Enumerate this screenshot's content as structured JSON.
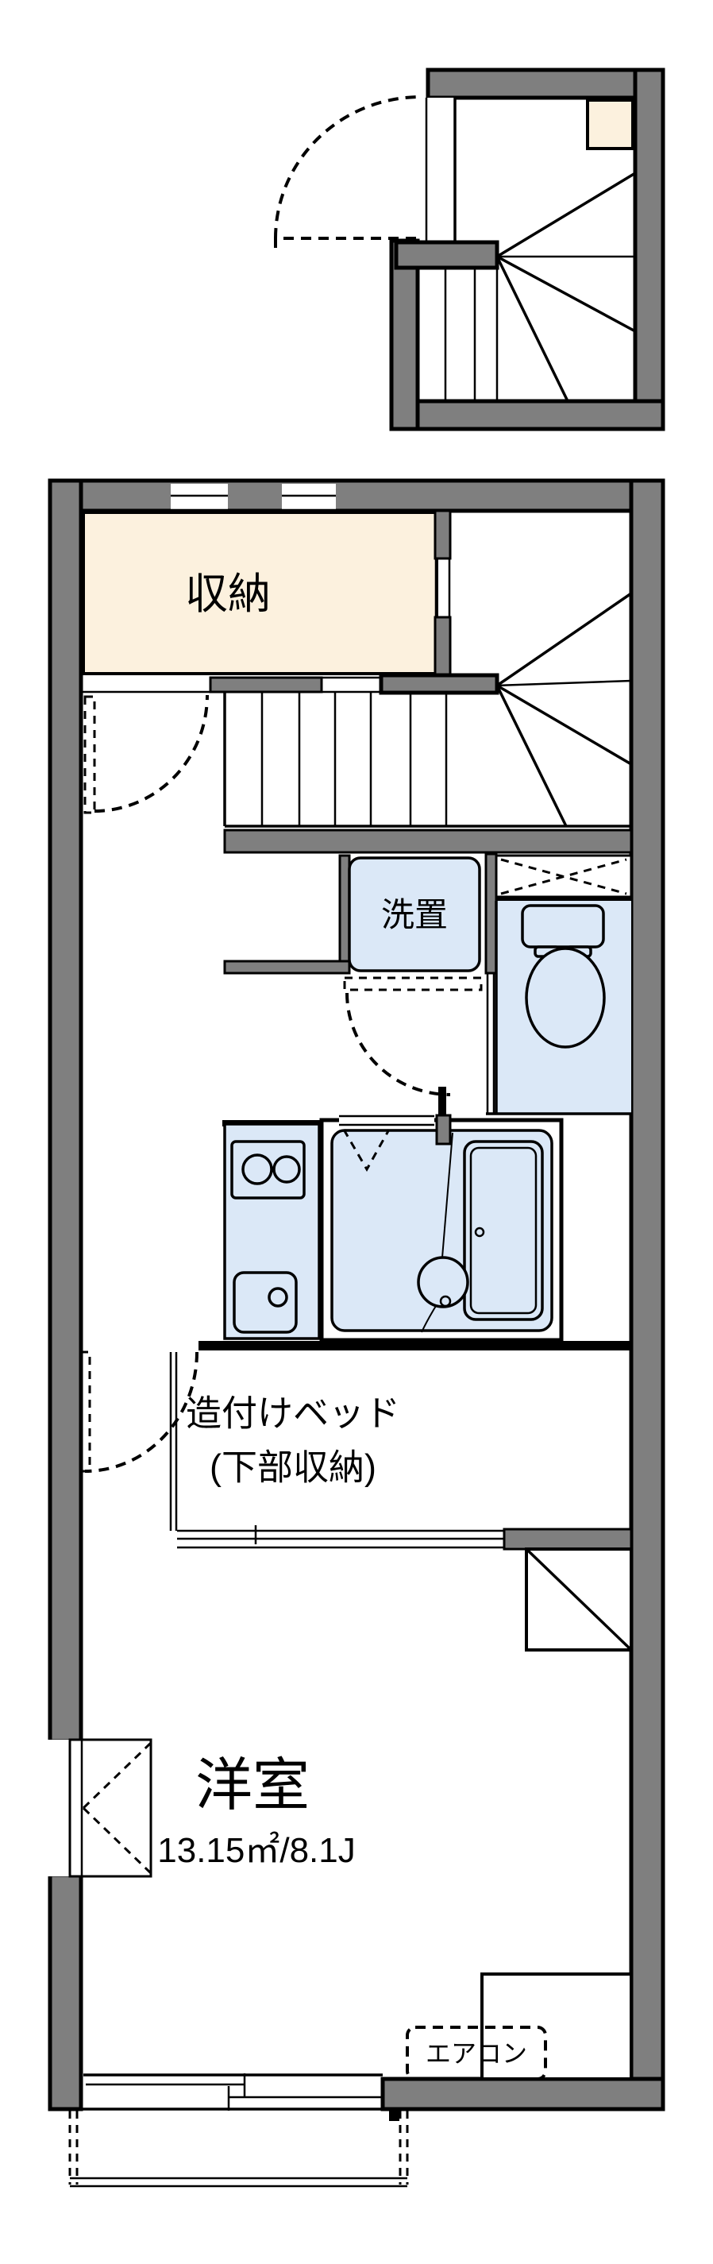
{
  "floorplan": {
    "labels": {
      "storage": "収納",
      "laundry": "洗置",
      "bed_line1": "造付けベッド",
      "bed_line2": "(下部収納)",
      "room": "洋室",
      "room_size": "13.15㎡/8.1J",
      "aircon": "エアコン"
    },
    "colors": {
      "wall": "#7f7f7f",
      "cream": "#fcf1de",
      "blue": "#dbe8f7",
      "ink": "#000000",
      "bg": "#ffffff"
    }
  }
}
